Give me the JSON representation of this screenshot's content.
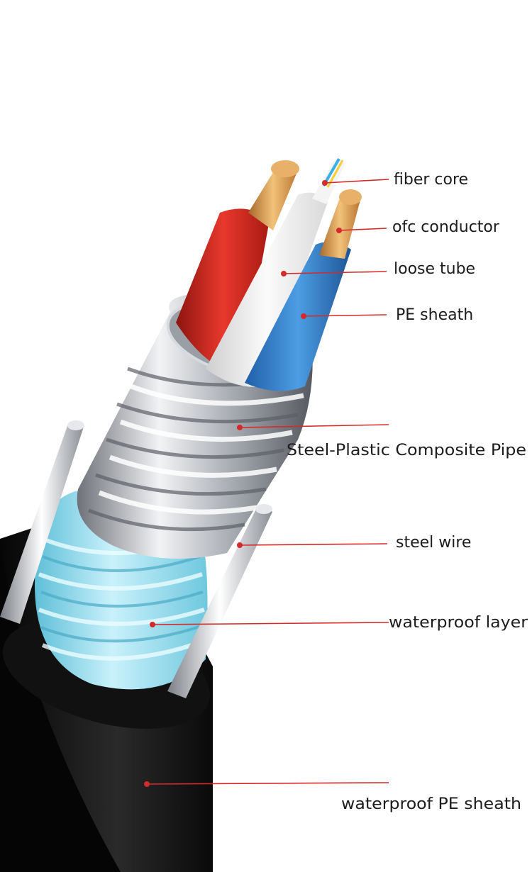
{
  "labels": {
    "fiber_core": "fiber core",
    "ofc_conductor": "ofc conductor",
    "loose_tube": "loose tube",
    "pe_sheath": "PE sheath",
    "composite_pipe": "Steel-Plastic Composite Pipe",
    "steel_wire": "steel wire",
    "waterproof_layer": "waterproof layer",
    "waterproof_pe_sheath": "waterproof PE sheath"
  },
  "colors": {
    "leader_line": "#d42a2a",
    "outer_sheath": "#141414",
    "waterproof_layer": "#8fd8ea",
    "steel": "#b9bcc2",
    "red_conductor": "#d8281f",
    "white_tube": "#eeeeee",
    "blue_conductor": "#2d7fcf",
    "copper": "#d89a4a"
  },
  "icons": [
    "cable-cross-section-illustration"
  ]
}
